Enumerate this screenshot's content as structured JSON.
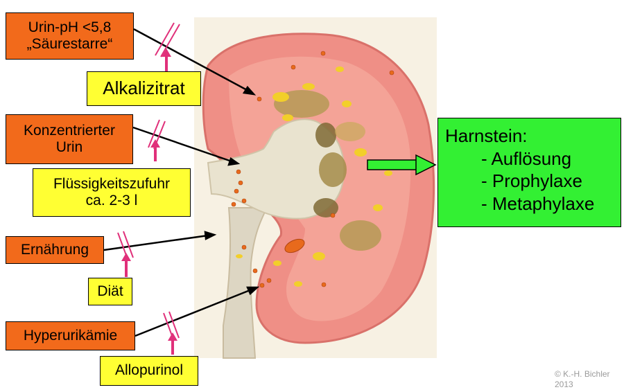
{
  "causes": {
    "urine_ph": [
      "Urin-pH <5,8",
      "„Säurestarre“"
    ],
    "concentrated_urine": [
      "Konzentrierter",
      "Urin"
    ],
    "nutrition": "Ernährung",
    "hyperuricemia": "Hyperurikämie"
  },
  "treatments": {
    "alkali_citrate": "Alkalizitrat",
    "fluid_intake": [
      "Flüssigkeitszufuhr",
      "ca. 2-3 l"
    ],
    "diet": "Diät",
    "allopurinol": "Allopurinol"
  },
  "outcome": {
    "title": "Harnstein:",
    "items": [
      "- Auflösung",
      "- Prophylaxe",
      "- Metaphylaxe"
    ]
  },
  "credit": [
    "© K.-H. Bichler",
    "2013"
  ],
  "colors": {
    "cause_box": "#f26a1b",
    "treatment_box": "#ffff33",
    "outcome_box": "#33f033",
    "arrow_magenta": "#e0307a",
    "arrow_green": "#33f033",
    "kidney_cortex": "#ef8f86",
    "stone": "#e86a1c"
  }
}
